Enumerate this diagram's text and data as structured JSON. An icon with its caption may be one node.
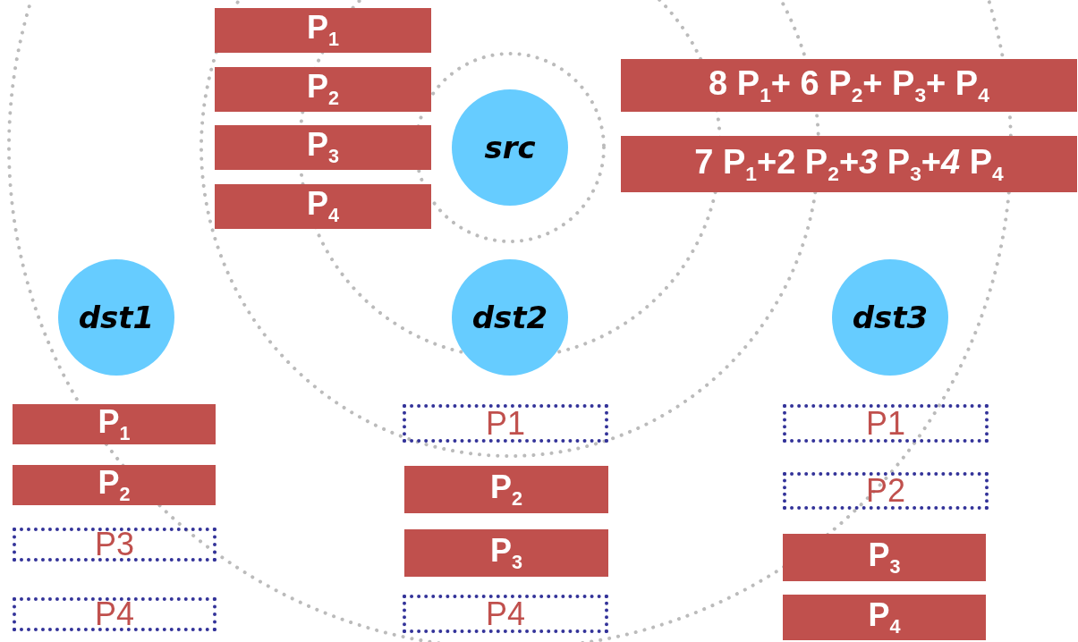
{
  "diagram": {
    "nodes": [
      {
        "text": [
          "P$_{1}$"
        ]
      },
      {
        "text": [
          "P$_{2}$"
        ]
      },
      {
        "text": [
          "P$_{3}$"
        ]
      },
      {
        "text": [
          "P$_{4}$"
        ]
      },
      {
        "text": [
          "src"
        ]
      },
      {
        "text": [
          "8 P$_{1}$+ 6 P$_{2}$+ P$_{3}$+ P$_{4}$"
        ]
      },
      {
        "text": [
          "7 P$_{1}$+2 P$_{2}$+*3* P$_{3}$+*4* P$_{4}$"
        ]
      },
      {
        "text": [
          "dst1"
        ]
      },
      {
        "text": [
          "dst2"
        ]
      },
      {
        "text": [
          "dst3"
        ]
      },
      {
        "text": [
          "P$_{1}$"
        ]
      },
      {
        "text": [
          "P$_{2}$"
        ]
      },
      {
        "text": [
          "P3"
        ]
      },
      {
        "text": [
          "P4"
        ]
      },
      {
        "text": [
          "P1"
        ]
      },
      {
        "text": [
          "P$_{2}$"
        ]
      },
      {
        "text": [
          "P$_{3}$"
        ]
      },
      {
        "text": [
          "P4"
        ]
      },
      {
        "text": [
          "P1"
        ]
      },
      {
        "text": [
          "P2"
        ]
      },
      {
        "text": [
          "P$_{3}$"
        ]
      },
      {
        "text": [
          "P$_{4}$"
        ]
      }
    ]
  }
}
